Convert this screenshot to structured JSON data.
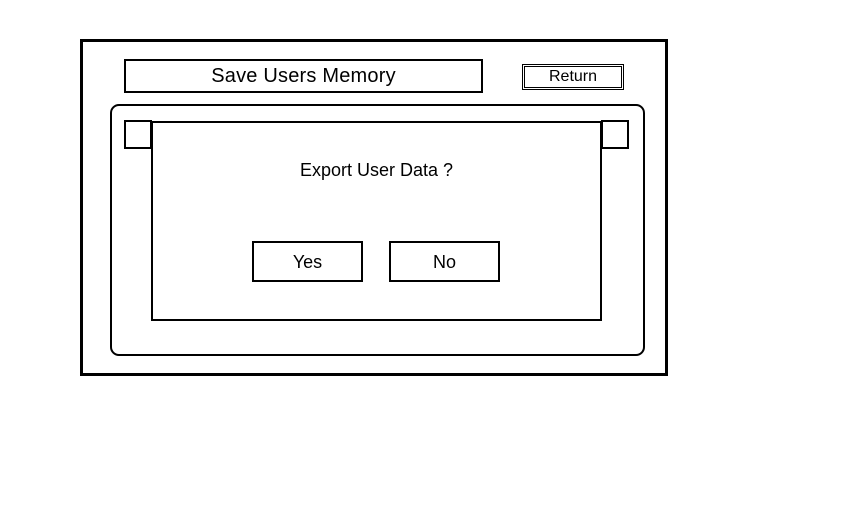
{
  "screen": {
    "title": "Save Users Memory",
    "return_button_label": "Return"
  },
  "dialog": {
    "message": "Export User Data ?",
    "confirm_label": "Yes",
    "cancel_label": "No"
  },
  "colors": {
    "frame_stroke": "#000000",
    "background": "#ffffff",
    "text": "#000000"
  }
}
